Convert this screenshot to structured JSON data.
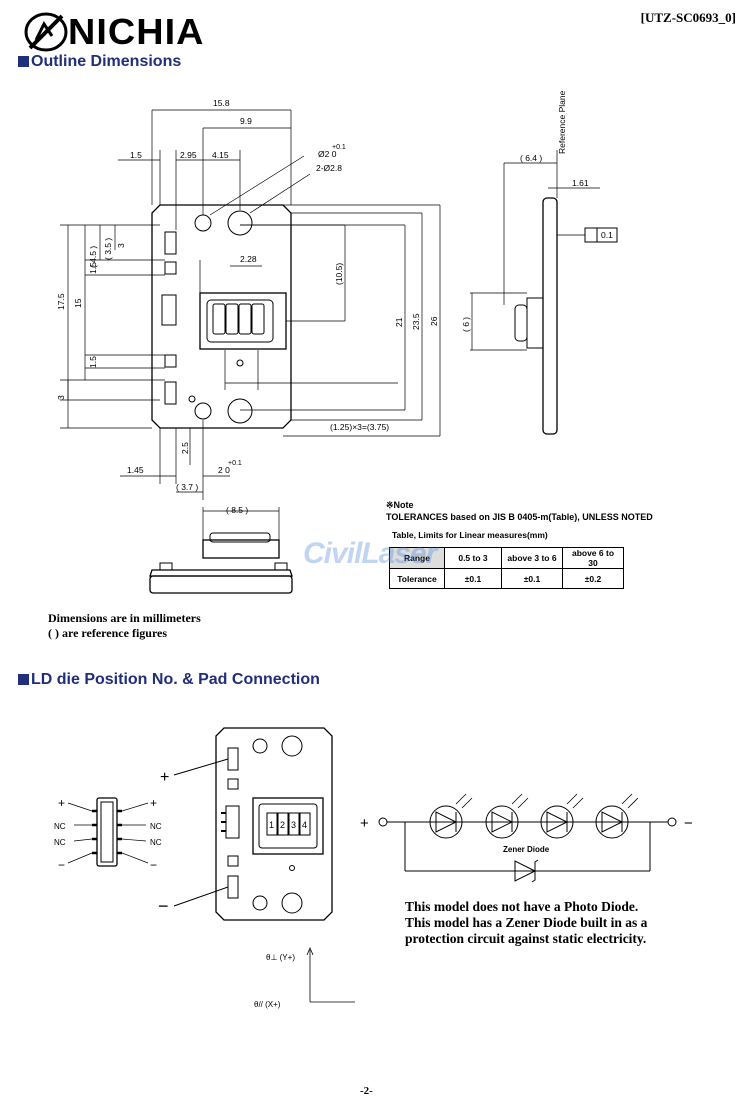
{
  "header": {
    "logo_text": "NICHIA",
    "doc_id": "[UTZ-SC0693_0]"
  },
  "outline": {
    "title": "Outline Dimensions",
    "dims": {
      "d15_8": "15.8",
      "d9_9": "9.9",
      "d1_5": "1.5",
      "d2_95": "2.95",
      "d4_15": "4.15",
      "hole_dia_tol": "+0.1",
      "hole_dia": "Ø2  0",
      "hole_2x": "2-Ø2.8",
      "d4_5": "( 4.5 )",
      "d3_5": "( 3.5 )",
      "d3": "3",
      "d1_5v": "1.5",
      "d17_5": "17.5",
      "d15": "15",
      "d2_28": "2.28",
      "d10_5": "(10.5)",
      "d21": "21",
      "d23_5": "23.5",
      "d26": "26",
      "d1_5v2": "1.5",
      "d3b": "3",
      "pitch": "(1.25)×3=(3.75)",
      "d1_45": "1.45",
      "d2_5": "2.5",
      "d2_0_tol": "+0.1",
      "d2_0": "2  0",
      "d3_7": "( 3.7 )",
      "d6_4": "( 6.4 )",
      "d1_61": "1.61",
      "flat": "0.1",
      "d6": "( 6 )",
      "ref_plane": "Reference Plane",
      "d8_5": "( 8.5 )"
    },
    "note_mark": "※Note",
    "note_line": "TOLERANCES based on JIS B 0405-m(Table), UNLESS NOTED",
    "table_caption": "Table, Limits for Linear measures(mm)",
    "table": {
      "headers": [
        "Range",
        "0.5 to 3",
        "above 3 to 6",
        "above 6 to 30"
      ],
      "row": [
        "Tolerance",
        "±0.1",
        "±0.1",
        "±0.2"
      ]
    },
    "watermark": "CivilLaser",
    "units_note_1": "Dimensions are in millimeters",
    "units_note_2": "( ) are reference figures"
  },
  "ld": {
    "title": "LD die Position No. & Pad Connection",
    "plus": "+",
    "minus": "−",
    "pin_plus_l": "+",
    "pin_nc_l1": "NC",
    "pin_nc_l2": "NC",
    "pin_minus_l": "−",
    "pin_plus_r": "+",
    "pin_nc_r1": "NC",
    "pin_nc_r2": "NC",
    "pin_minus_r": "−",
    "die_numbers": [
      "1",
      "2",
      "3",
      "4"
    ],
    "circuit_plus": "+",
    "circuit_minus": "−",
    "zener_label": "Zener Diode",
    "axis_y": "θ⊥ (Y+)",
    "axis_x": "θ// (X+)",
    "desc_1": "This model does not have a Photo Diode.",
    "desc_2": "This model has a Zener Diode built in as a",
    "desc_3": "protection circuit against static electricity."
  },
  "footer": {
    "page": "-2-"
  }
}
